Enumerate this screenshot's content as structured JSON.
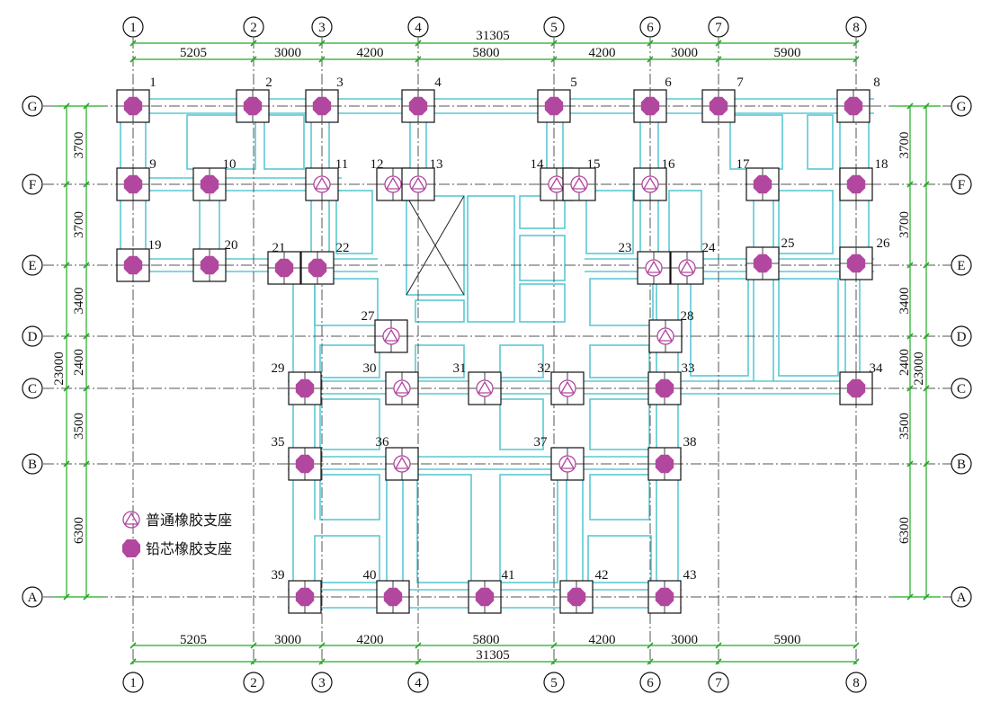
{
  "grid": {
    "columns": [
      "1",
      "2",
      "3",
      "4",
      "5",
      "6",
      "7",
      "8"
    ],
    "rows": [
      "G",
      "F",
      "E",
      "D",
      "C",
      "B",
      "A"
    ]
  },
  "dimensions": {
    "column_spacings": [
      "5205",
      "3000",
      "4200",
      "5800",
      "4200",
      "3000",
      "5900"
    ],
    "column_total": "31305",
    "row_spacings_outer": [
      "3700",
      "3700",
      "3400",
      "2400",
      "3500",
      "6300"
    ],
    "row_total": "23000"
  },
  "bearings": [
    {
      "num": "1",
      "type": "lead"
    },
    {
      "num": "2",
      "type": "lead"
    },
    {
      "num": "3",
      "type": "lead"
    },
    {
      "num": "4",
      "type": "lead"
    },
    {
      "num": "5",
      "type": "lead"
    },
    {
      "num": "6",
      "type": "lead"
    },
    {
      "num": "7",
      "type": "lead"
    },
    {
      "num": "8",
      "type": "lead"
    },
    {
      "num": "9",
      "type": "lead"
    },
    {
      "num": "10",
      "type": "lead"
    },
    {
      "num": "11",
      "type": "normal"
    },
    {
      "num": "12",
      "type": "normal"
    },
    {
      "num": "13",
      "type": "normal"
    },
    {
      "num": "14",
      "type": "normal"
    },
    {
      "num": "15",
      "type": "normal"
    },
    {
      "num": "16",
      "type": "normal"
    },
    {
      "num": "17",
      "type": "lead"
    },
    {
      "num": "18",
      "type": "lead"
    },
    {
      "num": "19",
      "type": "lead"
    },
    {
      "num": "20",
      "type": "lead"
    },
    {
      "num": "21",
      "type": "lead"
    },
    {
      "num": "22",
      "type": "lead"
    },
    {
      "num": "23",
      "type": "normal"
    },
    {
      "num": "24",
      "type": "normal"
    },
    {
      "num": "25",
      "type": "lead"
    },
    {
      "num": "26",
      "type": "lead"
    },
    {
      "num": "27",
      "type": "normal"
    },
    {
      "num": "28",
      "type": "normal"
    },
    {
      "num": "29",
      "type": "lead"
    },
    {
      "num": "30",
      "type": "normal"
    },
    {
      "num": "31",
      "type": "normal"
    },
    {
      "num": "32",
      "type": "normal"
    },
    {
      "num": "33",
      "type": "lead"
    },
    {
      "num": "34",
      "type": "lead"
    },
    {
      "num": "35",
      "type": "lead"
    },
    {
      "num": "36",
      "type": "normal"
    },
    {
      "num": "37",
      "type": "normal"
    },
    {
      "num": "38",
      "type": "lead"
    },
    {
      "num": "39",
      "type": "lead"
    },
    {
      "num": "40",
      "type": "lead"
    },
    {
      "num": "41",
      "type": "lead"
    },
    {
      "num": "42",
      "type": "lead"
    },
    {
      "num": "43",
      "type": "lead"
    }
  ],
  "legend": {
    "normal_label": "普通橡胶支座",
    "lead_label": "铅芯橡胶支座"
  },
  "colors": {
    "beam": "#5bc8d2",
    "dimension": "#22aa22",
    "bearing": "#b2479f",
    "axis": "#555555"
  }
}
